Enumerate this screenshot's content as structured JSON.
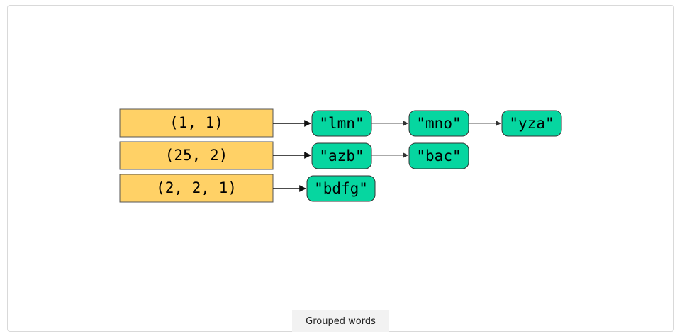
{
  "caption": "Grouped words",
  "groups": [
    {
      "key": "(1, 1)",
      "words": [
        "\"lmn\"",
        "\"mno\"",
        "\"yza\""
      ]
    },
    {
      "key": "(25, 2)",
      "words": [
        "\"azb\"",
        "\"bac\""
      ]
    },
    {
      "key": "(2, 2, 1)",
      "words": [
        "\"bdfg\""
      ]
    }
  ],
  "colors": {
    "key_fill": "#ffd166",
    "word_fill": "#06d6a0"
  }
}
